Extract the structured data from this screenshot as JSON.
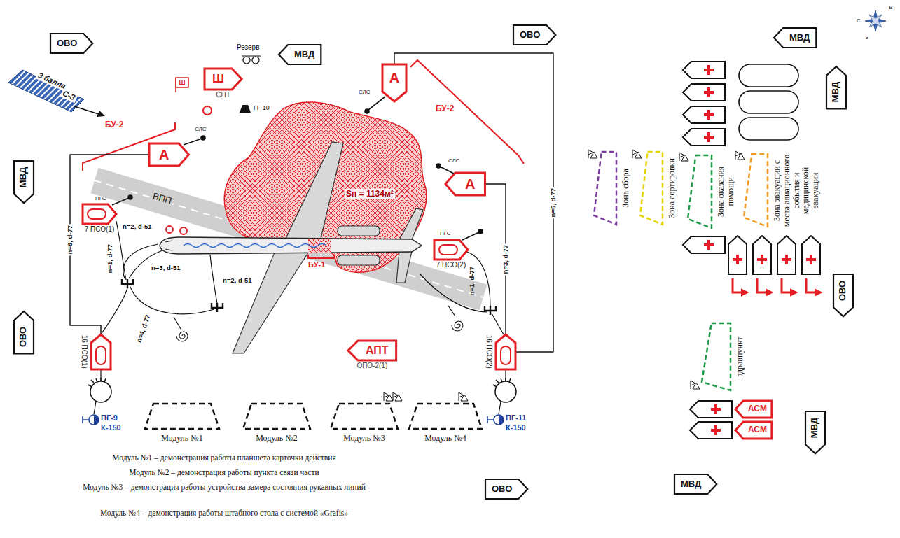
{
  "diagram": {
    "nodes": [
      {
        "text": [
          "ОВО"
        ]
      },
      {
        "text": [
          "МВД"
        ]
      },
      {
        "text": [
          "Ш",
          "СПТ"
        ]
      },
      {
        "text": [
          "ОВО"
        ]
      },
      {
        "text": [
          "МВД"
        ]
      },
      {
        "text": [
          "А"
        ]
      },
      {
        "text": [
          "А"
        ]
      },
      {
        "text": [
          "А"
        ]
      },
      {
        "text": [
          "7 ПСО(1)"
        ]
      },
      {
        "text": [
          "7 ПСО(2)"
        ]
      },
      {
        "text": [
          "АПТ",
          "ОПО-2(1)"
        ]
      },
      {
        "text": [
          "16 ПСО(1)"
        ]
      },
      {
        "text": [
          "16 ПСО(2)"
        ]
      },
      {
        "text": [
          "Модуль №1"
        ]
      },
      {
        "text": [
          "Модуль №2"
        ]
      },
      {
        "text": [
          "Модуль №3"
        ]
      },
      {
        "text": [
          "Модуль №4"
        ]
      },
      {
        "text": [
          "МВД"
        ]
      },
      {
        "text": [
          "ОВО"
        ]
      },
      {
        "text": [
          "МВД"
        ]
      },
      {
        "text": [
          "Зона сбора"
        ]
      },
      {
        "text": [
          "Зона сортировки"
        ]
      },
      {
        "text": [
          "Зона оказания помощи"
        ]
      },
      {
        "text": [
          "Зона эвакуации с места авиационного события и медицинской эвакуации"
        ]
      },
      {
        "text": [
          "ОВО"
        ]
      },
      {
        "text": [
          "здравпункт"
        ]
      },
      {
        "text": [
          "АСМ"
        ]
      },
      {
        "text": [
          "АСМ"
        ]
      },
      {
        "text": [
          "МВД"
        ]
      },
      {
        "text": [
          "ОВО"
        ]
      },
      {
        "text": [
          "МВД"
        ]
      }
    ],
    "edges": [
      {
        "from": 11,
        "to": 5,
        "arrow": "none",
        "label": "n=6, d-77"
      },
      {
        "from": 12,
        "to": 6,
        "arrow": "none",
        "label": "n=5, d-77"
      },
      {
        "from": 12,
        "to": 7,
        "arrow": "none",
        "label": "n=3, d-77"
      }
    ],
    "labels": [
      "Резерв",
      "Ш",
      "ГГ-10",
      "3 балла",
      "С-З",
      "БУ-2",
      "СЛС",
      "БУ-2",
      "СЛС",
      "СЛС",
      "ВПП",
      "Sп = 1134м²",
      "ПГС",
      "ПГС",
      "n=2, d-51",
      "n=1, d-77",
      "n=3, d-51",
      "n=2, d-51",
      "n=4, d-77",
      "БУ-1",
      "n=1, d-77",
      "ПГ-9",
      "К-150",
      "ПГ-11",
      "К-150",
      "Модуль №1 – демонстрация работы планшета карточки действия",
      "Модуль №2 – демонстрация работы пункта связи части",
      "Модуль №3 – демонстрация работы устройства замера состояния рукавных линий",
      "Модуль №4 – демонстрация работы штабного стола с системой «Grafis»",
      "С",
      "В",
      "З"
    ]
  }
}
